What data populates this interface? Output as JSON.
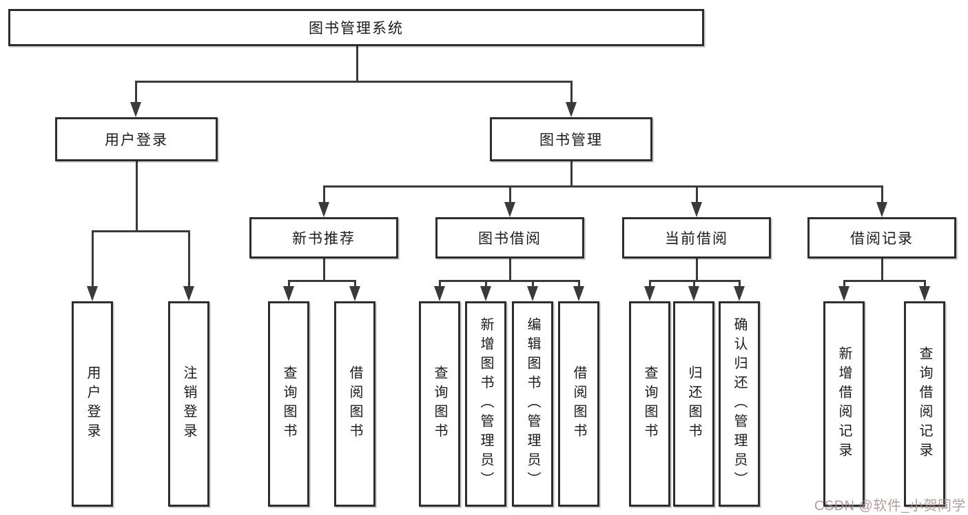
{
  "diagram": {
    "nodes": {
      "system": {
        "label": "图书管理系统"
      },
      "user_login": {
        "label": "用户登录"
      },
      "book_mgmt": {
        "label": "图书管理"
      },
      "new_book_rec": {
        "label": "新书推荐"
      },
      "book_borrow": {
        "label": "图书借阅"
      },
      "current_borrow": {
        "label": "当前借阅"
      },
      "borrow_record": {
        "label": "借阅记录"
      },
      "leaf_user_login": {
        "label": "用户登录"
      },
      "leaf_logout": {
        "label": "注销登录"
      },
      "leaf_nr_query": {
        "label": "查询图书"
      },
      "leaf_nr_borrow": {
        "label": "借阅图书"
      },
      "leaf_bb_query": {
        "label": "查询图书"
      },
      "leaf_bb_add": {
        "label": "新增图书（管理员）"
      },
      "leaf_bb_edit": {
        "label": "编辑图书（管理员）"
      },
      "leaf_bb_borrow": {
        "label": "借阅图书"
      },
      "leaf_cb_query": {
        "label": "查询图书"
      },
      "leaf_cb_return": {
        "label": "归还图书"
      },
      "leaf_cb_confirm": {
        "label": "确认归还（管理员）"
      },
      "leaf_br_add": {
        "label": "新增借阅记录"
      },
      "leaf_br_query": {
        "label": "查询借阅记录"
      }
    },
    "tree": [
      {
        "parent": "图书管理系统",
        "children": [
          "用户登录",
          "图书管理"
        ]
      },
      {
        "parent": "用户登录",
        "children": [
          "用户登录",
          "注销登录"
        ]
      },
      {
        "parent": "图书管理",
        "children": [
          "新书推荐",
          "图书借阅",
          "当前借阅",
          "借阅记录"
        ]
      },
      {
        "parent": "新书推荐",
        "children": [
          "查询图书",
          "借阅图书"
        ]
      },
      {
        "parent": "图书借阅",
        "children": [
          "查询图书",
          "新增图书（管理员）",
          "编辑图书（管理员）",
          "借阅图书"
        ]
      },
      {
        "parent": "当前借阅",
        "children": [
          "查询图书",
          "归还图书",
          "确认归还（管理员）"
        ]
      },
      {
        "parent": "借阅记录",
        "children": [
          "新增借阅记录",
          "查询借阅记录"
        ]
      }
    ],
    "colors": {
      "line": "#3a3a3a",
      "border": "#2d2d2d",
      "text": "#1b1b1b",
      "background": "#ffffff"
    }
  },
  "watermark": {
    "text": "CSDN @软件_小贺同学",
    "color": "#a98c8d"
  }
}
